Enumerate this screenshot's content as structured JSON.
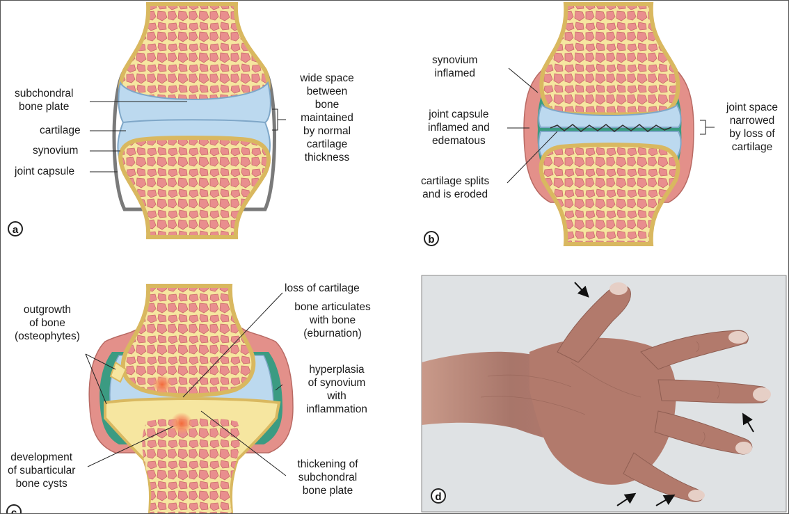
{
  "panels": {
    "a": {
      "badge": "a",
      "labels": {
        "subchondral_bone_plate": [
          "subchondral",
          "bone plate"
        ],
        "cartilage": [
          "cartilage"
        ],
        "synovium": [
          "synovium"
        ],
        "joint_capsule": [
          "joint capsule"
        ],
        "wide_space": [
          "wide space",
          "between",
          "bone",
          "maintained",
          "by normal",
          "cartilage",
          "thickness"
        ]
      }
    },
    "b": {
      "badge": "b",
      "labels": {
        "synovium_inflamed": [
          "synovium",
          "inflamed"
        ],
        "joint_capsule_inflamed": [
          "joint capsule",
          "inflamed and",
          "edematous"
        ],
        "cartilage_splits": [
          "cartilage splits",
          "and is eroded"
        ],
        "joint_space_narrowed": [
          "joint space",
          "narrowed",
          "by loss of",
          "cartilage"
        ]
      }
    },
    "c": {
      "badge": "c",
      "labels": {
        "loss_of_cartilage": [
          "loss of cartilage"
        ],
        "eburnation": [
          "bone articulates",
          "with bone",
          "(eburnation)"
        ],
        "osteophytes": [
          "outgrowth",
          "of bone",
          "(osteophytes)"
        ],
        "hyperplasia": [
          "hyperplasia",
          "of synovium",
          "with",
          "inflammation"
        ],
        "bone_cysts": [
          "development",
          "of subarticular",
          "bone cysts"
        ],
        "thickening": [
          "thickening of",
          "subchondral",
          "bone plate"
        ]
      }
    },
    "d": {
      "badge": "d"
    }
  },
  "colors": {
    "bone": "#f6e6a0",
    "bone_outline": "#d9b860",
    "marrow": "#e98e8e",
    "marrow_outline": "#c96a6a",
    "cartilage": "#bcd9ef",
    "cartilage_outline": "#7fa7c8",
    "capsule_normal": "#8a8a8a",
    "capsule_inflamed": "#e3908a",
    "synovium_green": "#3b9b82",
    "cyst": "#f07a50",
    "photo_bg": "#dfe2e4",
    "skin": "#a8766a"
  }
}
